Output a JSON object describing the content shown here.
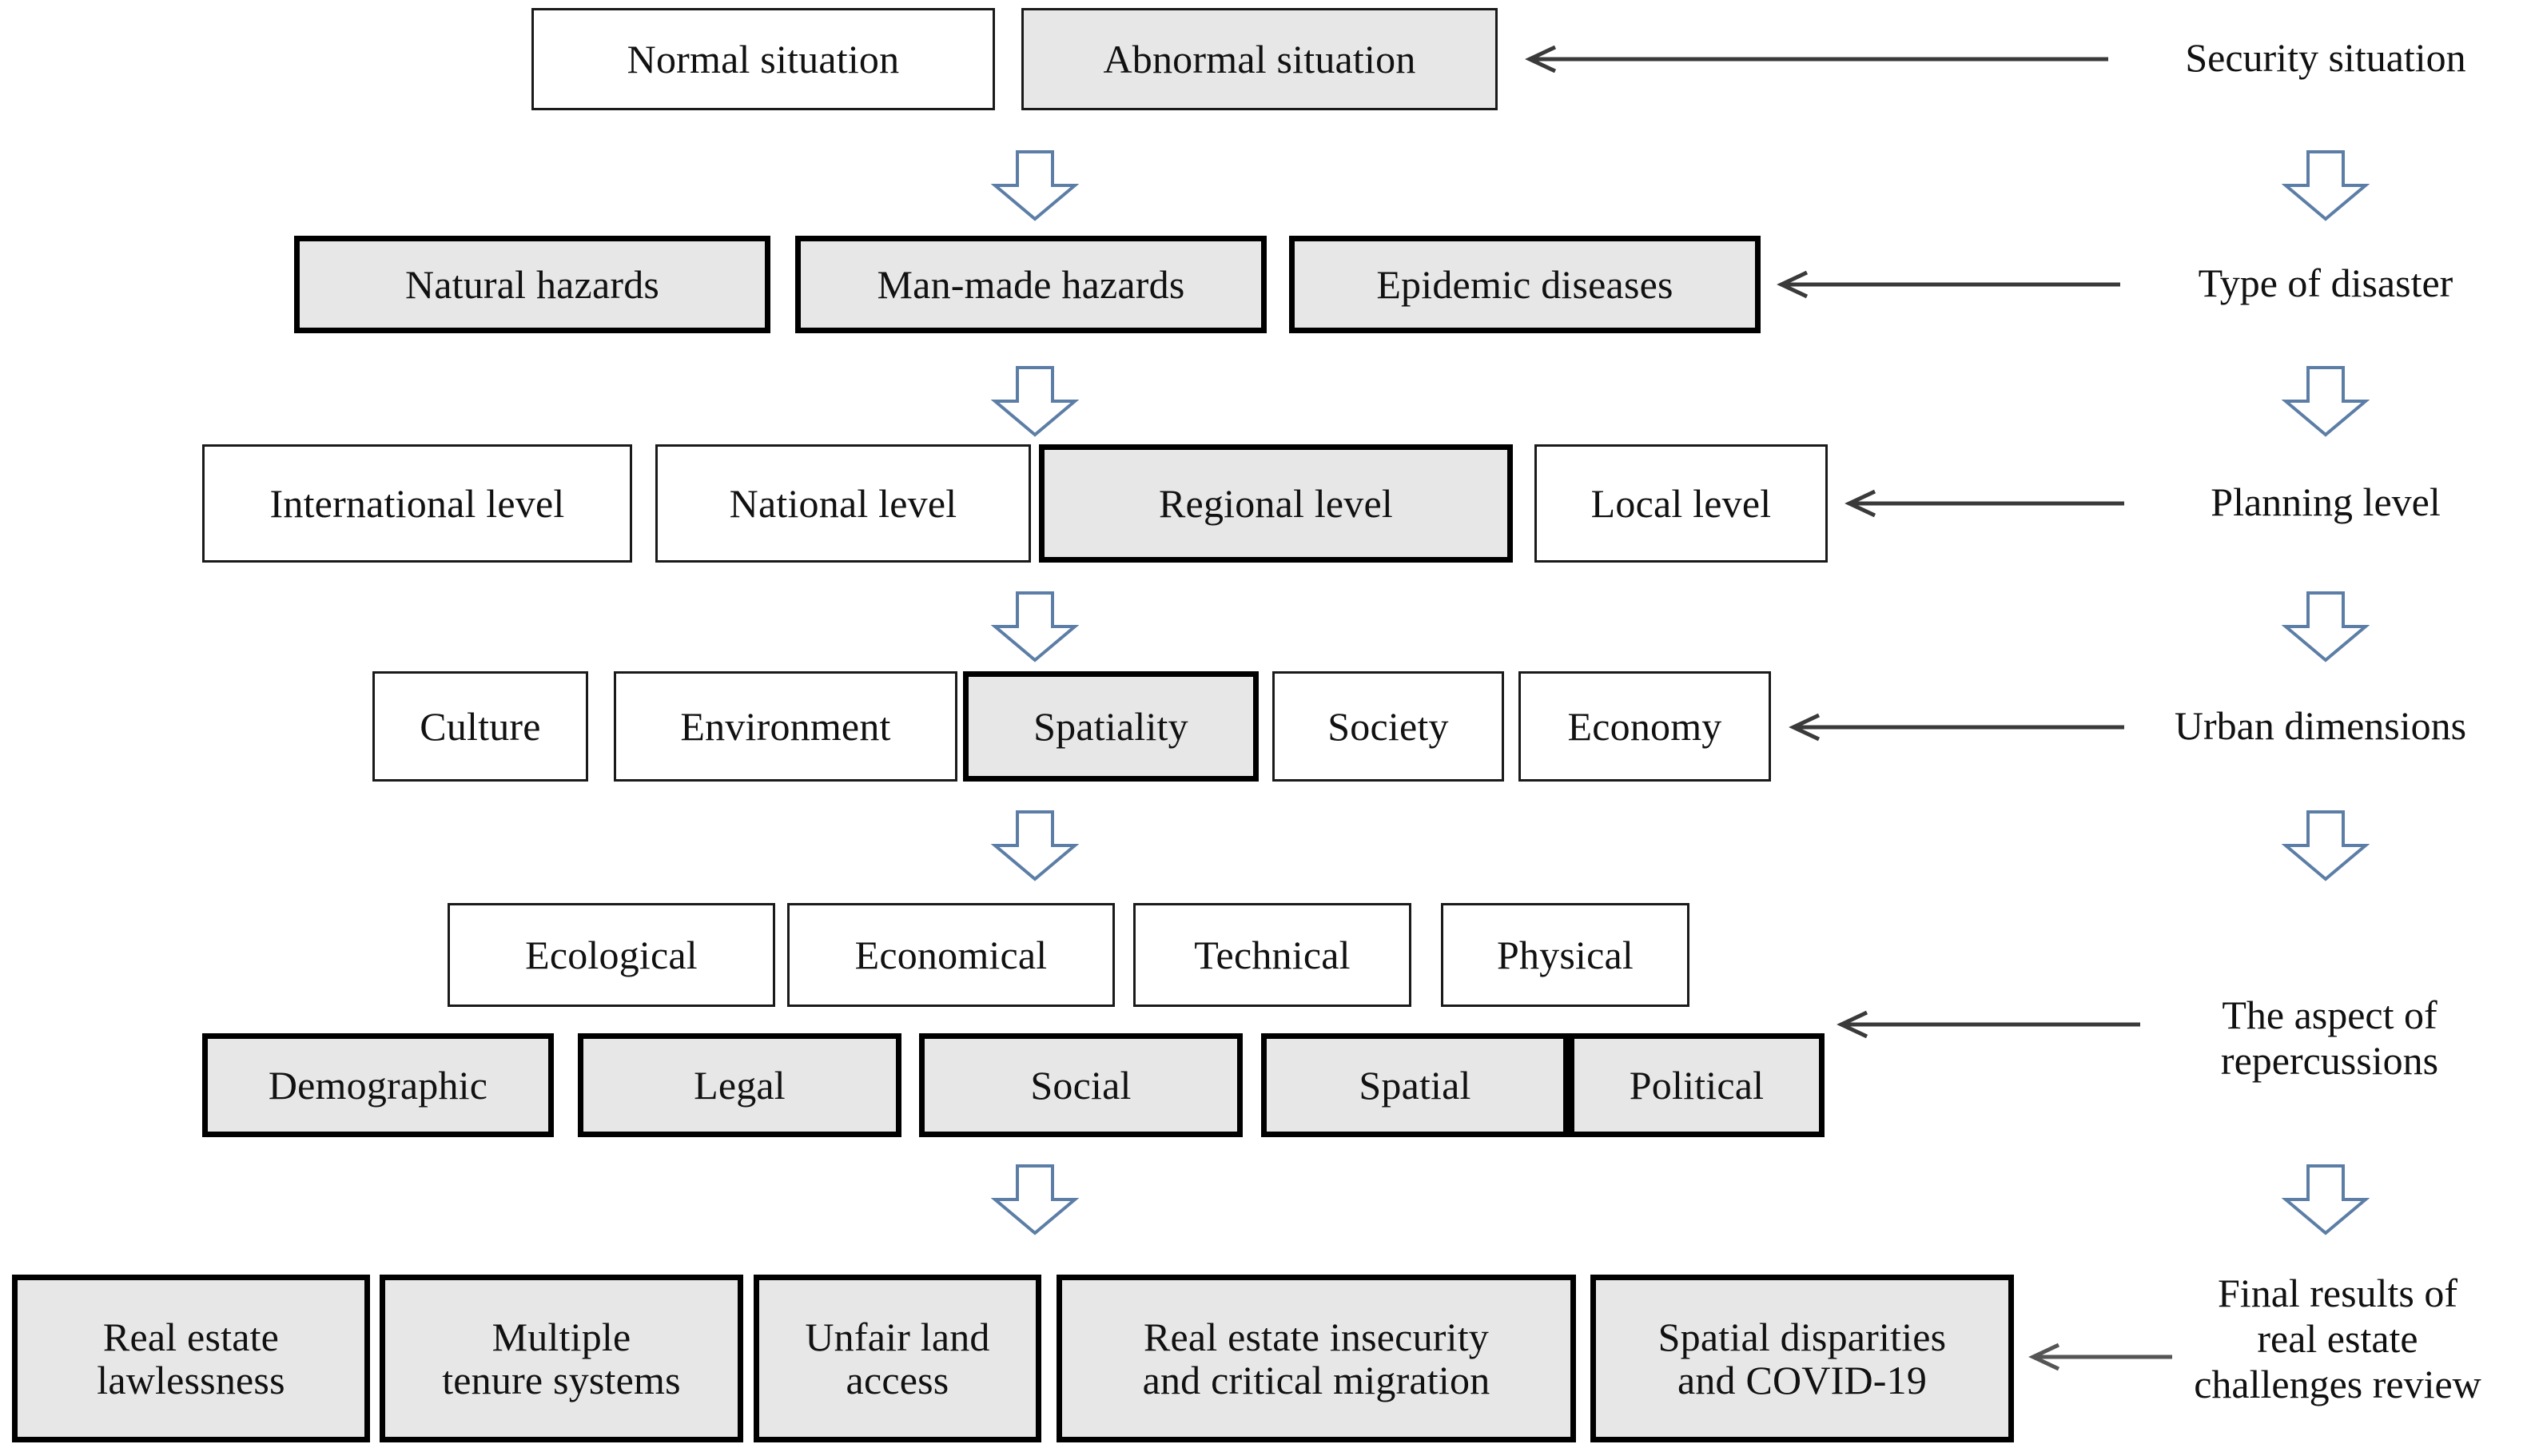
{
  "diagram": {
    "title": "Real estate challenges review flow",
    "colors": {
      "box_fill_default": "#ffffff",
      "box_fill_shaded": "#e7e7e7",
      "box_border": "#1a1a1a",
      "box_border_bold": "#000000",
      "block_arrow_stroke": "#5c7ea6",
      "connector_stroke": "#3a3a3a",
      "text": "#111111",
      "background": "#ffffff"
    },
    "rows": [
      {
        "id": "security-situation",
        "caption": "Security situation",
        "boxes": [
          {
            "label": "Normal situation",
            "shaded": false,
            "bold": false
          },
          {
            "label": "Abnormal situation",
            "shaded": true,
            "bold": false
          }
        ]
      },
      {
        "id": "type-of-disaster",
        "caption": "Type of disaster",
        "boxes": [
          {
            "label": "Natural hazards",
            "shaded": true,
            "bold": true
          },
          {
            "label": "Man-made hazards",
            "shaded": true,
            "bold": true
          },
          {
            "label": "Epidemic diseases",
            "shaded": true,
            "bold": true
          }
        ]
      },
      {
        "id": "planning-level",
        "caption": "Planning level",
        "boxes": [
          {
            "label": "International level",
            "shaded": false,
            "bold": false
          },
          {
            "label": "National level",
            "shaded": false,
            "bold": false
          },
          {
            "label": "Regional level",
            "shaded": true,
            "bold": true
          },
          {
            "label": "Local level",
            "shaded": false,
            "bold": false
          }
        ]
      },
      {
        "id": "urban-dimensions",
        "caption": "Urban dimensions",
        "boxes": [
          {
            "label": "Culture",
            "shaded": false,
            "bold": false
          },
          {
            "label": "Environment",
            "shaded": false,
            "bold": false
          },
          {
            "label": "Spatiality",
            "shaded": true,
            "bold": true
          },
          {
            "label": "Society",
            "shaded": false,
            "bold": false
          },
          {
            "label": "Economy",
            "shaded": false,
            "bold": false
          }
        ]
      },
      {
        "id": "aspect-of-repercussions",
        "caption": "The aspect of\nrepercussions",
        "boxes_top": [
          {
            "label": "Ecological",
            "shaded": false,
            "bold": false
          },
          {
            "label": "Economical",
            "shaded": false,
            "bold": false
          },
          {
            "label": "Technical",
            "shaded": false,
            "bold": false
          },
          {
            "label": "Physical",
            "shaded": false,
            "bold": false
          }
        ],
        "boxes_bottom": [
          {
            "label": "Demographic",
            "shaded": true,
            "bold": true
          },
          {
            "label": "Legal",
            "shaded": true,
            "bold": true
          },
          {
            "label": "Social",
            "shaded": true,
            "bold": true
          },
          {
            "label": "Spatial",
            "shaded": true,
            "bold": true
          },
          {
            "label": "Political",
            "shaded": true,
            "bold": true
          }
        ]
      },
      {
        "id": "final-results",
        "caption": "Final results of\nreal estate\nchallenges review",
        "boxes": [
          {
            "label": "Real estate\nlawlessness",
            "shaded": true,
            "bold": true
          },
          {
            "label": "Multiple\ntenure systems",
            "shaded": true,
            "bold": true
          },
          {
            "label": "Unfair land\naccess",
            "shaded": true,
            "bold": true
          },
          {
            "label": "Real estate insecurity\nand critical migration",
            "shaded": true,
            "bold": true
          },
          {
            "label": "Spatial disparities\nand COVID-19",
            "shaded": true,
            "bold": true
          }
        ]
      }
    ],
    "flow_arrows": {
      "center_down_count": 5,
      "right_down_count": 5,
      "horizontal_count": 6,
      "direction": "right-to-left"
    }
  }
}
